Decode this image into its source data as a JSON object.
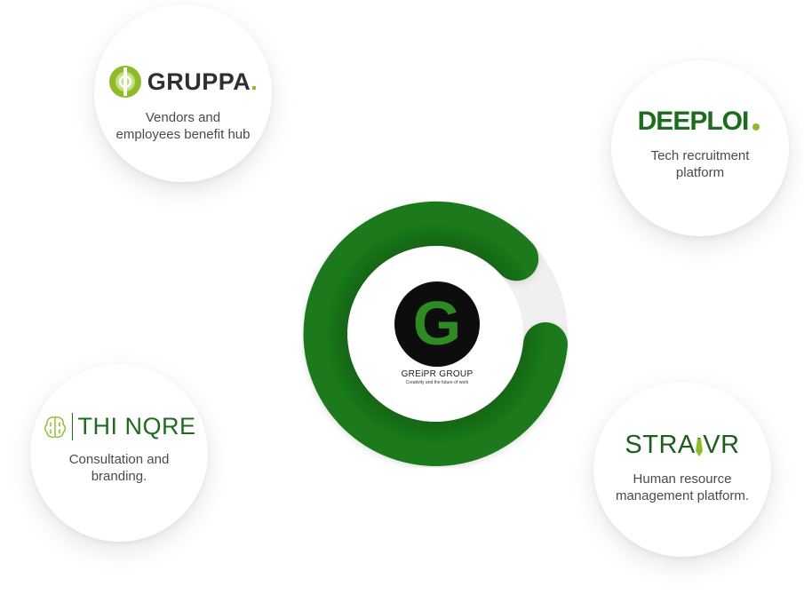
{
  "center": {
    "logo_letter": "G",
    "brand": "GREiPR GROUP",
    "tagline": "Creativity and the future of work",
    "ring_color": "#146b14",
    "track_color": "#f2f2f2"
  },
  "items": [
    {
      "id": "gruppa",
      "logo_text": "GRUPPA",
      "description": "Vendors and employees benefit hub",
      "accent": "#8dbb2a"
    },
    {
      "id": "deeploi",
      "logo_text": "DEEPLOI",
      "description": "Tech recruitment platform",
      "accent": "#1d6b1d"
    },
    {
      "id": "thinqre",
      "logo_text": "THI NQRE",
      "description": "Consultation and branding.",
      "accent": "#1f6b1f"
    },
    {
      "id": "straivr",
      "logo_text": "STRAIVR",
      "description": "Human resource management platform.",
      "accent": "#1d5e1d"
    }
  ],
  "icons": {
    "gruppa": "gruppa-logo-icon",
    "deeploi": "deeploi-logo-icon",
    "thinqre": "brain-icon",
    "straivr": "tie-icon"
  }
}
